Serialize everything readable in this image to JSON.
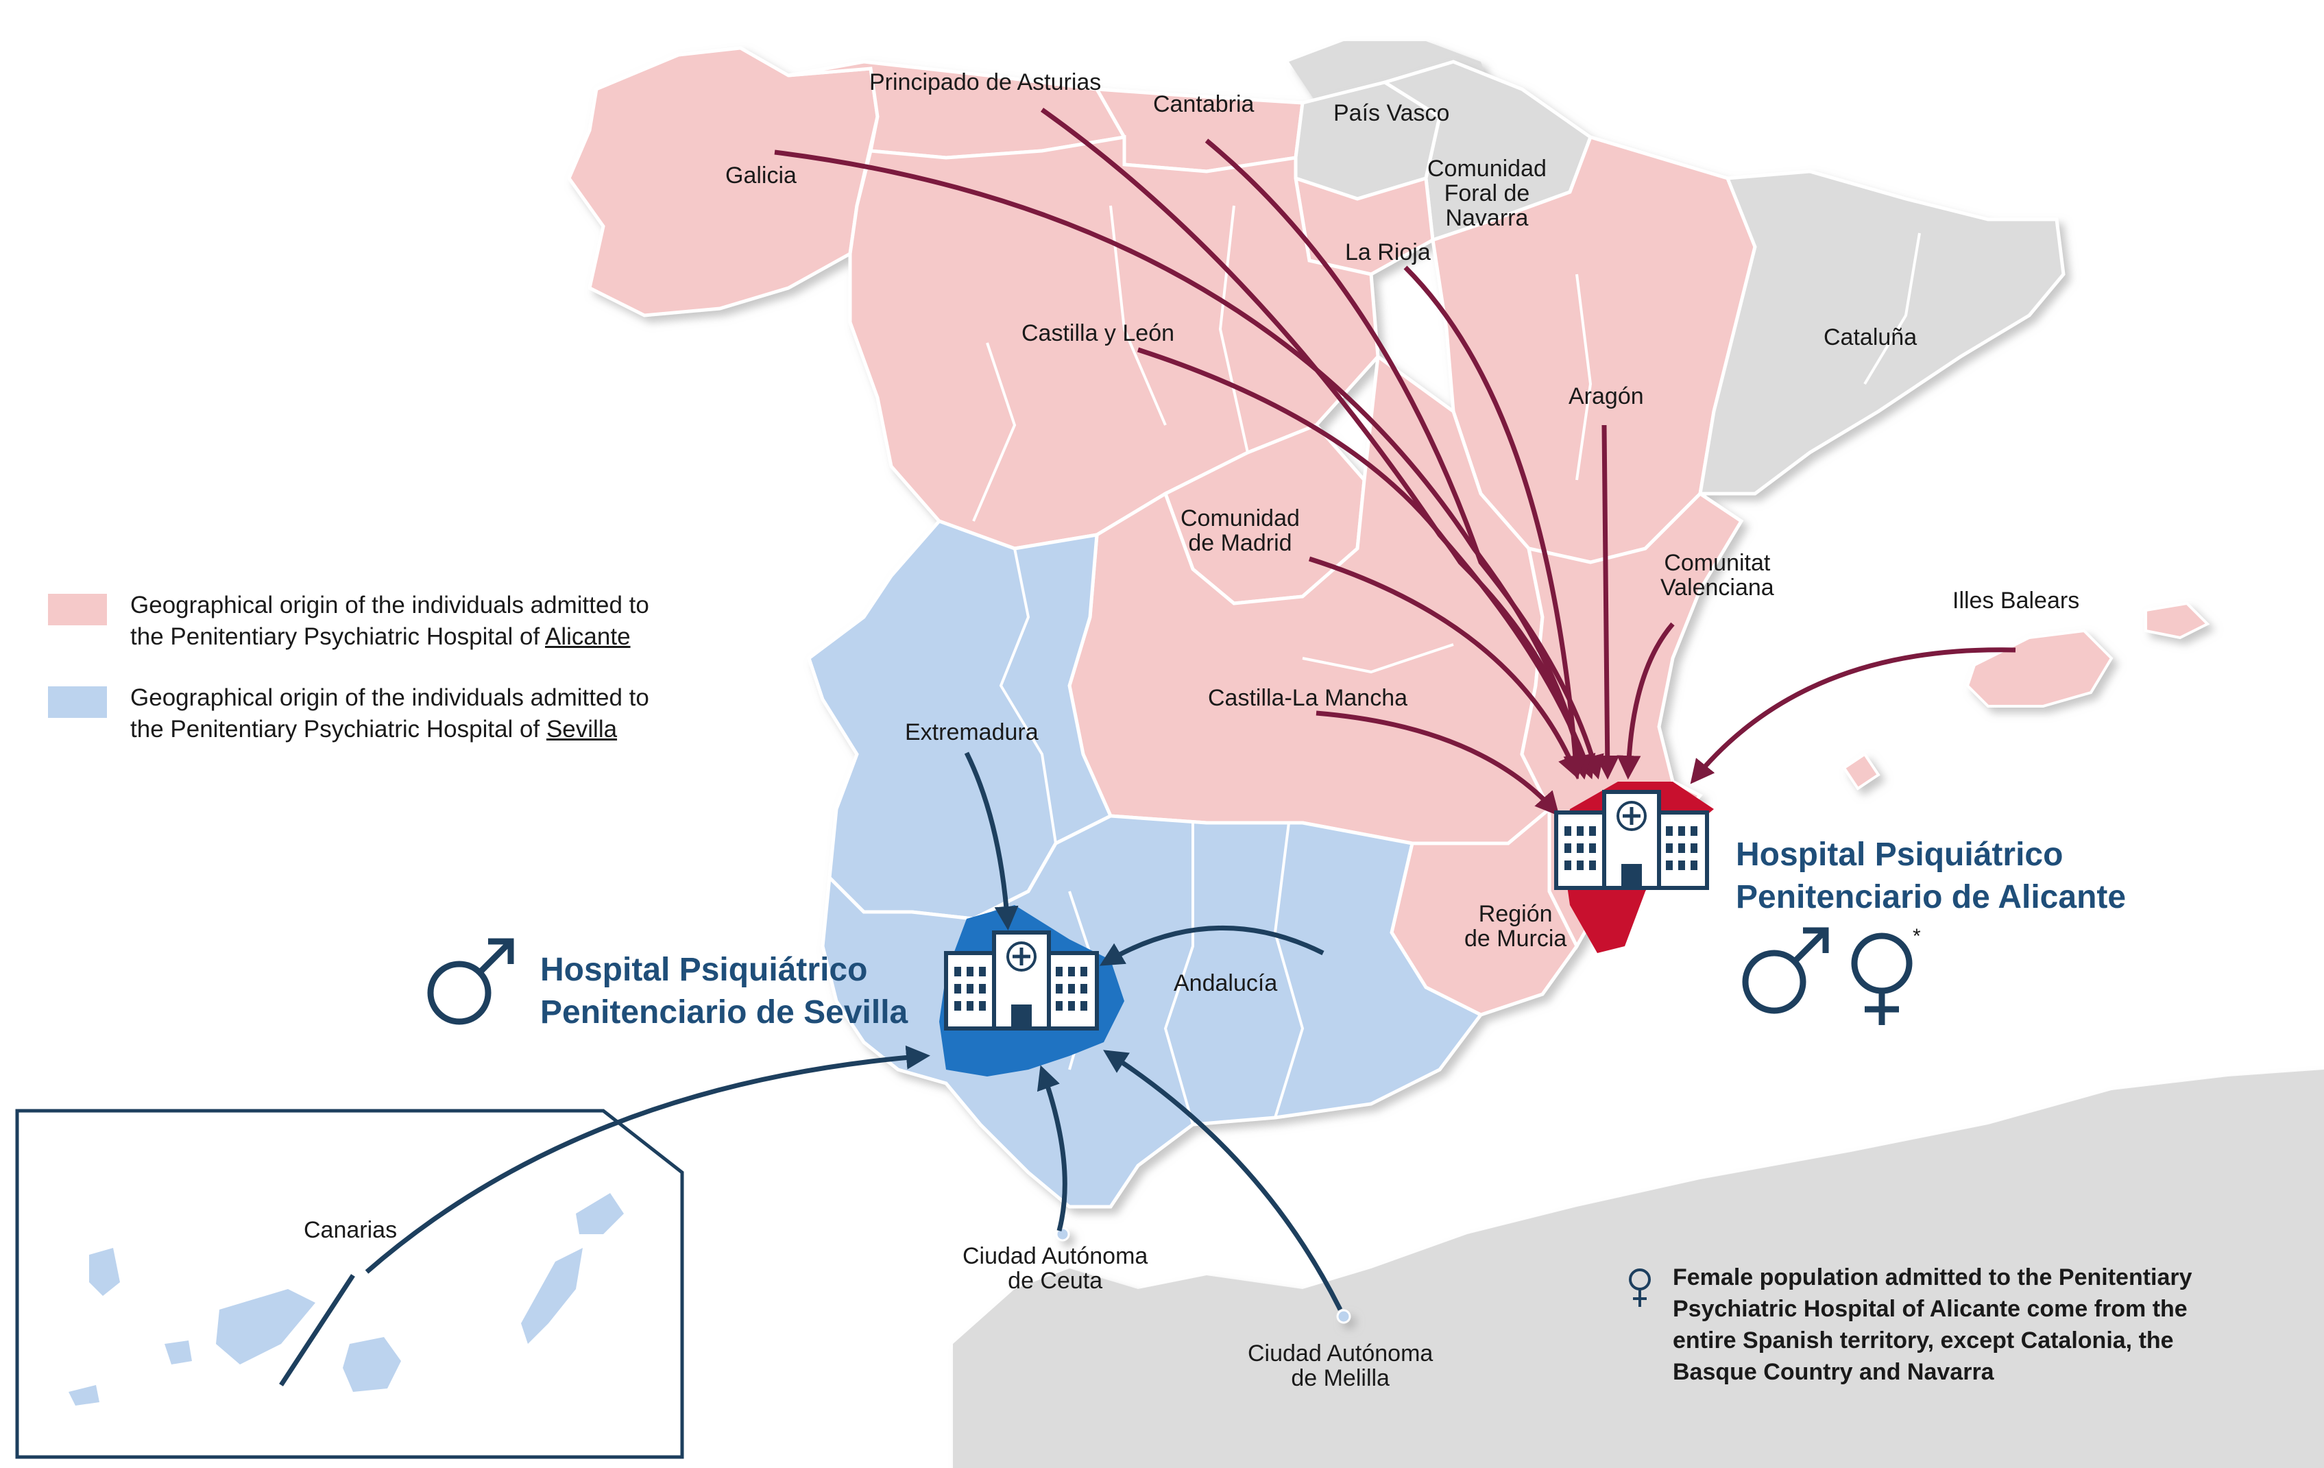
{
  "colors": {
    "alicante_region": "#f5c9c9",
    "sevilla_region": "#bcd3ee",
    "other_region": "#dcdcdc",
    "sea": "#ffffff",
    "alicante_arrow": "#7b1a3e",
    "sevilla_arrow": "#1d3f5e",
    "title_blue": "#1f4e79",
    "alicante_highlight": "#c8102e",
    "sevilla_highlight": "#1f73c2"
  },
  "legend": {
    "alicante_line1": "Geographical origin of the individuals admitted to",
    "alicante_line2_prefix": "the Penitentiary Psychiatric Hospital of ",
    "alicante_line2_link": "Alicante",
    "sevilla_line1": "Geographical origin of the individuals admitted to",
    "sevilla_line2_prefix": "the Penitentiary Psychiatric Hospital of ",
    "sevilla_line2_link": "Sevilla"
  },
  "regions": {
    "asturias": "Principado de Asturias",
    "cantabria": "Cantabria",
    "pais_vasco": "País Vasco",
    "galicia": "Galicia",
    "navarra_1": "Comunidad",
    "navarra_2": "Foral de",
    "navarra_3": "Navarra",
    "la_rioja": "La Rioja",
    "castilla_leon": "Castilla y León",
    "cataluna": "Cataluña",
    "aragon": "Aragón",
    "madrid_1": "Comunidad",
    "madrid_2": "de Madrid",
    "valenciana_1": "Comunitat",
    "valenciana_2": "Valenciana",
    "baleares": "Illes Balears",
    "castilla_mancha": "Castilla-La Mancha",
    "extremadura": "Extremadura",
    "murcia_1": "Región",
    "murcia_2": "de Murcia",
    "andalucia": "Andalucía",
    "canarias": "Canarias",
    "ceuta_1": "Ciudad Autónoma",
    "ceuta_2": "de Ceuta",
    "melilla_1": "Ciudad Autónoma",
    "melilla_2": "de Melilla"
  },
  "hospitals": {
    "alicante_line1": "Hospital Psiquiátrico",
    "alicante_line2": "Penitenciario de Alicante",
    "sevilla_line1": "Hospital Psiquiátrico",
    "sevilla_line2": "Penitenciario de Sevilla",
    "asterisk": "*"
  },
  "icons": {
    "male": "male-symbol-icon",
    "female": "female-symbol-icon",
    "hospital": "hospital-building-icon"
  },
  "note": {
    "line1": "Female population admitted to the Penitentiary",
    "line2": "Psychiatric Hospital of Alicante come from the",
    "line3": "entire Spanish territory, except Catalonia, the",
    "line4": "Basque Country and Navarra"
  }
}
